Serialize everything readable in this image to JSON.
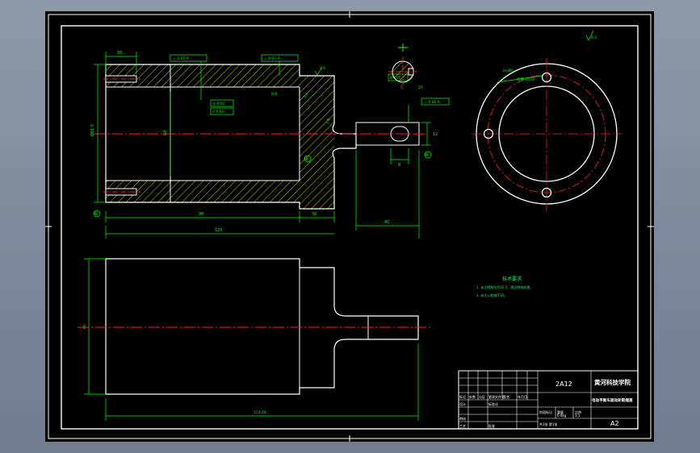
{
  "drawing": {
    "dimensions": {
      "d_top_1": "30",
      "d_left_vertical": "Ø61.5",
      "d_inner_center": "84",
      "d_bottom_mid": "98",
      "d_bottom_right": "36",
      "d_overall": "125",
      "d_shaft_len": "40",
      "d_shaft_small": "8",
      "d_shaft_top": "12",
      "d_section_w": "5",
      "d_section_h": "20",
      "d_elev_overall": "154.48",
      "d_elev_vert": "60"
    },
    "tolerances": {
      "frame_top_a": "⊥ 0.02 A",
      "frame_top_b": "⊥ 0.01 A",
      "frame_mid_a": "◎ 0.02",
      "frame_mid_b": "// 0.01",
      "frame_shaft": "⊥ 0.01 A",
      "frame_hole": "Ø0.05"
    },
    "roughness": {
      "r1": "1.6",
      "r2": "3.2",
      "r3": "0.8",
      "r4": "1.6",
      "r_global": "6.3"
    },
    "datums": {
      "left": "①",
      "mid": "②",
      "shaft": "④"
    },
    "notes": {
      "flange_callout_1": "3×Ø8",
      "flange_callout_2": "均布 Ø100",
      "tech_req_title": "技术要求",
      "tech_req_1": "1. 未注倒角均为C0.5，锐边倒钝处理。",
      "tech_req_2": "2. 未注公差按IT14。"
    },
    "title_block": {
      "material": "2A12",
      "school": "黄河科技学院",
      "part_name": "电动平衡车驱动轮毂端盖",
      "sheet_size": "A2",
      "col_stage": "阶段标记",
      "col_weight": "重量",
      "col_scale": "比例",
      "weight_val": "0.4kg",
      "scale_val": "1:1",
      "sheets": "共1张 第1张",
      "row_design": "设计",
      "row_check": "审核",
      "row_process": "工艺",
      "row_approve": "批准",
      "row_std": "标准化",
      "row_mark": "标记",
      "row_count": "处数",
      "row_zone": "分区",
      "row_doc": "更改文件号",
      "row_sign": "签名",
      "row_date": "年月日"
    }
  },
  "colors": {
    "outline": "#ffffff",
    "dimension": "#00ff00",
    "centerline": "#ff2020",
    "hatch": "#ffff00",
    "annotation": "#00ff66"
  }
}
